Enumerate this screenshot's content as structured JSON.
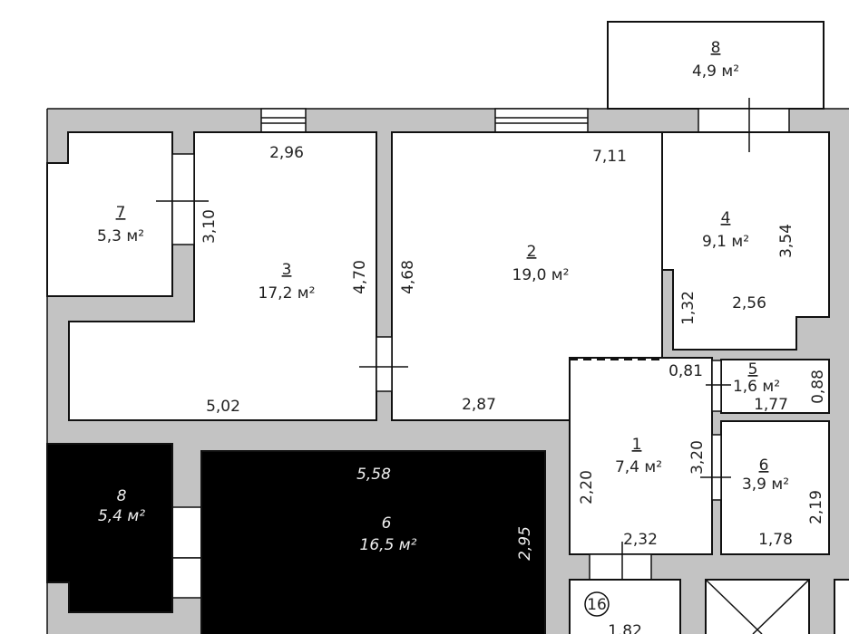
{
  "rooms": {
    "r1": {
      "num": "1",
      "area": "7,4 м²"
    },
    "r2": {
      "num": "2",
      "area": "19,0 м²"
    },
    "r3": {
      "num": "3",
      "area": "17,2 м²"
    },
    "r4": {
      "num": "4",
      "area": "9,1 м²"
    },
    "r5": {
      "num": "5",
      "area": "1,6 м²"
    },
    "r6": {
      "num": "6",
      "area": "3,9 м²"
    },
    "r7": {
      "num": "7",
      "area": "5,3 м²"
    },
    "r8": {
      "num": "8",
      "area": "4,9 м²"
    },
    "d8": {
      "num": "8",
      "area": "5,4 м²"
    },
    "d6": {
      "num": "6",
      "area": "16,5 м²"
    },
    "r16": {
      "num": "16"
    }
  },
  "dims": {
    "r3_top": "2,96",
    "r7_side": "3,10",
    "r3_right": "4,70",
    "r3_bottom": "5,02",
    "r2_left": "4,68",
    "r2_top": "7,11",
    "r2_bottom": "2,87",
    "r4_right": "3,54",
    "r4_left": "1,32",
    "r4_bottom": "2,56",
    "r1_top": "0,81",
    "r1_left": "2,20",
    "r1_right": "3,20",
    "r1_bottom": "2,32",
    "r5_bottom": "1,77",
    "r5_right": "0,88",
    "r6_right": "2,19",
    "r6_bottom": "1,78",
    "d6_top": "5,58",
    "d6_right": "2,95",
    "r16_dim": "1,82"
  }
}
